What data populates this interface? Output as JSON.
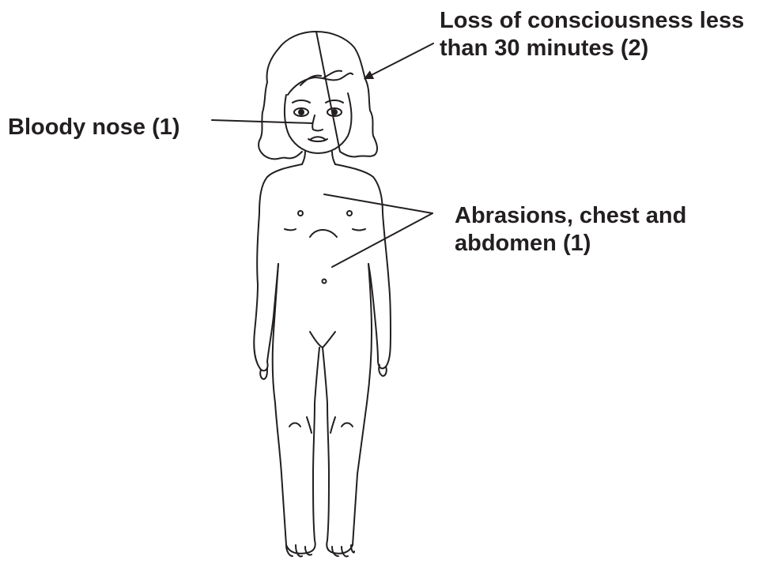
{
  "annotations": {
    "loss_of_consciousness": {
      "line1": "Loss of consciousness less",
      "line2": "than 30 minutes (2)"
    },
    "bloody_nose": {
      "line1": "Bloody nose (1)"
    },
    "abrasions": {
      "line1": "Abrasions, chest and",
      "line2": "abdomen (1)"
    }
  },
  "colors": {
    "ink": "#231f20",
    "background": "#ffffff"
  }
}
